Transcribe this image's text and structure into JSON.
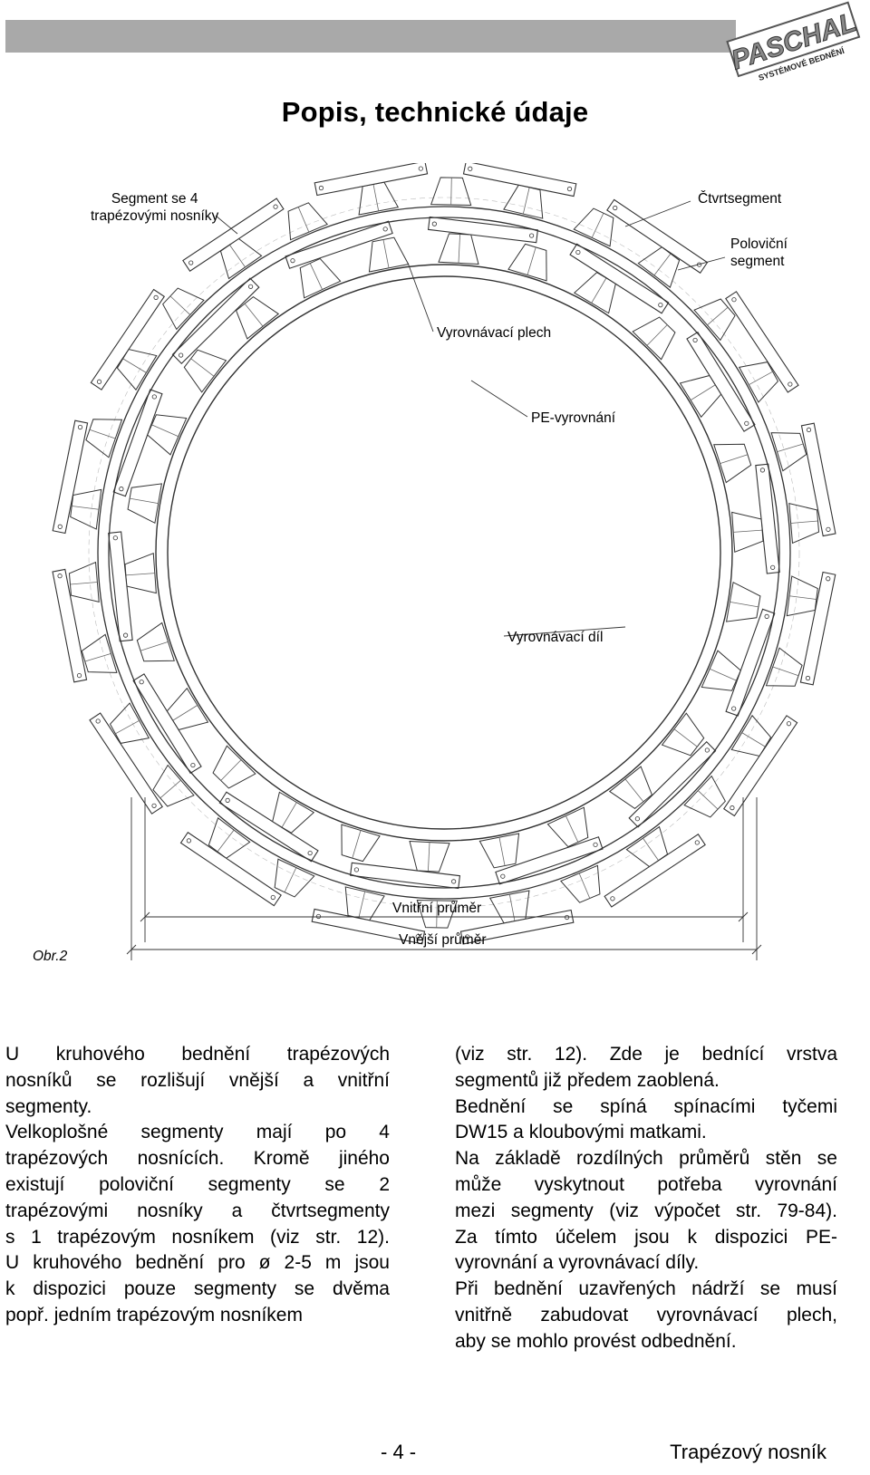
{
  "header": {
    "logo_text": "PASCHAL",
    "logo_subtitle": "SYSTÉMOVÉ BEDNĚNÍ",
    "title": "Popis, technické údaje"
  },
  "figure": {
    "labels": {
      "segment4": [
        "Segment se 4",
        "trapézovými nosníky"
      ],
      "quarter": "Čtvrtsegment",
      "half": [
        "Poloviční",
        "segment"
      ],
      "plate": "Vyrovnávací plech",
      "pe": "PE-vyrovnání",
      "part": "Vyrovnávací díl",
      "inner_diameter": "Vnitřní průměr",
      "outer_diameter": "Vnější průměr",
      "caption": "Obr.2"
    }
  },
  "text": {
    "left": [
      "U kruhového bednění trapézových",
      "nosníků se rozlišují vnější a vnitřní",
      "segmenty.",
      "Velkoplošné segmenty mají po 4",
      "trapézových nosnících. Kromě jiného",
      "existují poloviční segmenty se 2",
      "trapézovými nosníky a čtvrtsegmenty",
      "s 1 trapézovým nosníkem (viz str. 12).",
      "U kruhového bednění pro ø 2-5 m jsou",
      "k dispozici pouze segmenty se dvěma",
      "popř. jedním trapézovým nosníkem"
    ],
    "right": [
      "(viz str. 12). Zde je bednící vrstva",
      "segmentů již předem zaoblená.",
      "Bednění se spíná spínacími tyčemi",
      "DW15 a kloubovými matkami.",
      "Na základě rozdílných průměrů stěn se",
      "může vyskytnout potřeba vyrovnání",
      "mezi segmenty (viz výpočet str. 79-84).",
      "Za tímto účelem jsou k dispozici PE-",
      "vyrovnání a vyrovnávací díly.",
      "Při bednění uzavřených nádrží se musí",
      "vnitřně zabudovat vyrovnávací plech,",
      "aby se mohlo provést odbednění."
    ]
  },
  "footer": {
    "page": "- 4 -",
    "title": "Trapézový nosník"
  }
}
